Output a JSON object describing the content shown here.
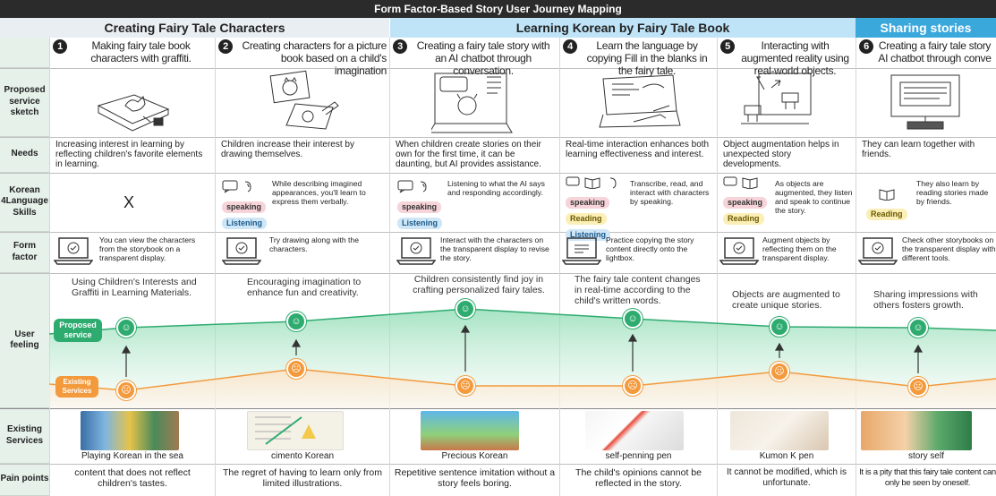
{
  "title": "Form Factor-Based Story User Journey Mapping",
  "phases": [
    {
      "label": "Creating Fairy Tale Characters"
    },
    {
      "label": "Learning Korean by Fairy Tale Book"
    },
    {
      "label": "Sharing stories"
    }
  ],
  "row_labels": {
    "sketch": "Proposed service sketch",
    "needs": "Needs",
    "skills": "Korean 4Language Skills",
    "form": "Form factor",
    "feeling": "User feeling",
    "existing": "Existing Services",
    "pain": "Pain points"
  },
  "feeling_tags": {
    "proposed": "Proposed service",
    "existing": "Existing Services"
  },
  "badges": {
    "speaking": "speaking",
    "listening": "Listening",
    "reading": "Reading"
  },
  "steps": [
    {
      "num": "1",
      "title": "Making fairy tale book characters with graffiti.",
      "needs": "Increasing interest in learning by reflecting children's favorite elements in learning.",
      "skills_text": "X",
      "form_text": "You can view the characters from the storybook on a transparent display.",
      "feeling_text": "Using Children's Interests and Graffiti in Learning Materials.",
      "service_caption": "Playing Korean in the sea",
      "pain": "content that does not reflect children's tastes."
    },
    {
      "num": "2",
      "title": "Creating characters for a picture book based on a child's imagination",
      "needs": "Children increase their interest by drawing themselves.",
      "skills_text": "While describing imagined appearances, you'll learn to express them verbally.",
      "form_text": "Try drawing along with the characters.",
      "feeling_text": "Encouraging imagination to enhance fun and creativity.",
      "service_caption": "cimento Korean",
      "pain": "The regret of having to learn only from limited illustrations."
    },
    {
      "num": "3",
      "title": "Creating a fairy tale story with an AI chatbot through conversation.",
      "needs": "When children create stories on their own for the first time, it can be daunting, but AI provides assistance.",
      "skills_text": "Listening to what the AI says and responding accordingly.",
      "form_text": "Interact with the characters on the transparent display to revise the story.",
      "feeling_text": "Children consistently find joy in crafting personalized fairy tales.",
      "service_caption": "Precious Korean",
      "pain": "Repetitive sentence imitation without a story feels boring."
    },
    {
      "num": "4",
      "title": "Learn the language by copying Fill in the blanks in the fairy tale.",
      "needs": "Real-time interaction enhances both learning effectiveness and interest.",
      "skills_text": "Transcribe, read, and interact with characters by speaking.",
      "form_text": "Practice copying the story content directly onto the lightbox.",
      "feeling_text": "The fairy tale content changes in real-time according to the child's written words.",
      "service_caption": "self-penning pen",
      "pain": "The child's opinions cannot be reflected in the story."
    },
    {
      "num": "5",
      "title": "Interacting with augmented reality using real-world objects.",
      "needs": "Object augmentation helps in unexpected story developments.",
      "skills_text": "As objects are augmented, they listen and speak to continue the story.",
      "form_text": "Augment objects by reflecting them on the transparent display.",
      "feeling_text": "Objects are augmented to create unique stories.",
      "service_caption": "Kumon K pen",
      "pain": "It cannot be modified, which is unfortunate."
    },
    {
      "num": "6",
      "title": "Creating a fairy tale story AI chatbot through conve",
      "needs": "They can learn together with friends.",
      "skills_text": "They also learn by reading stories made by friends.",
      "form_text": "Check other storybooks on the transparent display with different tools.",
      "feeling_text": "Sharing impressions with others fosters growth.",
      "service_caption": "story self",
      "pain": "It is a pity that this fairy tale content can only be seen by oneself."
    }
  ],
  "colors": {
    "proposed": "#2eab6f",
    "existing": "#f39a3d",
    "phase_accent": "#3ba8dc"
  }
}
